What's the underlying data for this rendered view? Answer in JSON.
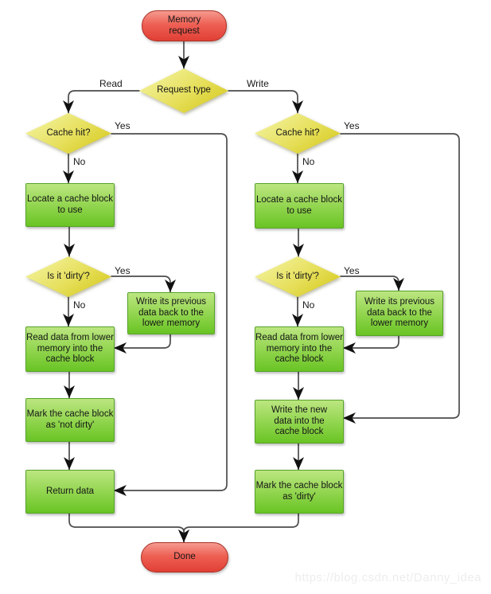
{
  "diagram_type": "flowchart",
  "nodes": {
    "memory_request": "Memory request",
    "request_type": "Request type",
    "left_cache_hit": "Cache hit?",
    "left_locate": "Locate a cache block to use",
    "left_dirty": "Is it 'dirty'?",
    "left_write_prev": "Write its previous data back to the lower memory",
    "left_read_data": "Read data from lower memory into the cache block",
    "left_mark_not_dirty": "Mark the cache block as 'not dirty'",
    "left_return_data": "Return data",
    "right_cache_hit": "Cache hit?",
    "right_locate": "Locate a cache block to use",
    "right_dirty": "Is it 'dirty'?",
    "right_write_prev": "Write its previous data back to the lower memory",
    "right_read_data": "Read data from lower memory into the cache block",
    "right_write_new": "Write the new data into the cache block",
    "right_mark_dirty": "Mark the cache block as 'dirty'",
    "done": "Done"
  },
  "edge_labels": {
    "read": "Read",
    "write": "Write",
    "left_cache_hit_yes": "Yes",
    "left_cache_hit_no": "No",
    "left_dirty_yes": "Yes",
    "left_dirty_no": "No",
    "right_cache_hit_yes": "Yes",
    "right_cache_hit_no": "No",
    "right_dirty_yes": "Yes",
    "right_dirty_no": "No"
  },
  "watermark": "https://blog.csdn.net/Danny_idea",
  "colors": {
    "terminator_fill_top": "#f59a90",
    "terminator_fill_bottom": "#e13f35",
    "decision_fill_top": "#f4f4a2",
    "decision_fill_bottom": "#d3c513",
    "process_fill_top": "#bce681",
    "process_fill_bottom": "#69c424",
    "connector_line": "#4c4c4c",
    "arrowhead": "#111111",
    "watermark_text": "#ededed"
  }
}
